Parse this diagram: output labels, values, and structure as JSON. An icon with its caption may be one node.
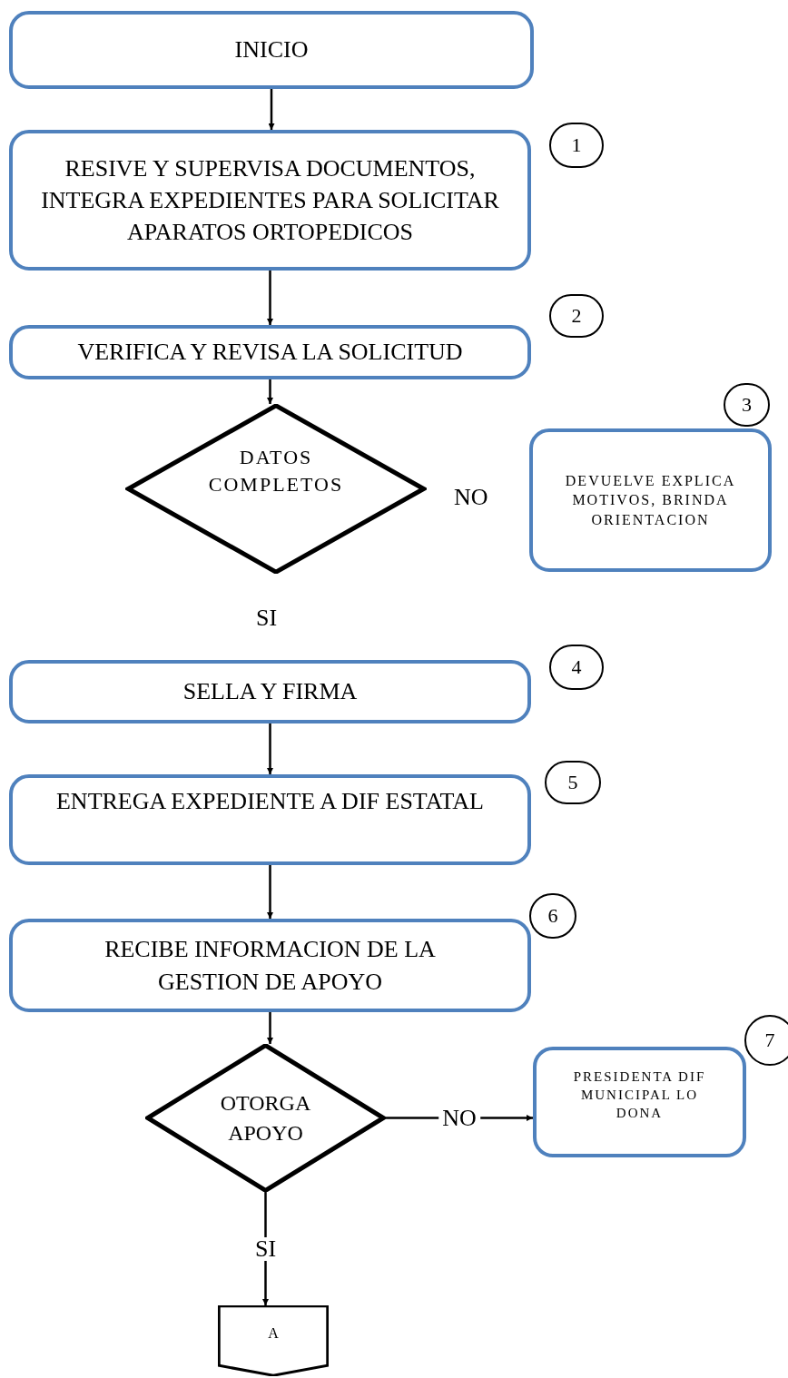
{
  "diagram": {
    "nodes": [
      {
        "text": [
          "INICIO"
        ]
      },
      {
        "text": [
          "1"
        ]
      },
      {
        "text": [
          "RESIVE Y SUPERVISA DOCUMENTOS, INTEGRA EXPEDIENTES PARA SOLICITAR APARATOS ORTOPEDICOS"
        ]
      },
      {
        "text": [
          "2"
        ]
      },
      {
        "text": [
          "VERIFICA Y REVISA LA SOLICITUD"
        ]
      },
      {
        "text": [
          "3"
        ]
      },
      {
        "text": [
          "DATOS COMPLETOS"
        ]
      },
      {
        "text": [
          "DEVUELVE EXPLICA MOTIVOS, BRINDA ORIENTACION"
        ]
      },
      {
        "text": [
          "4"
        ]
      },
      {
        "text": [
          "SELLA Y FIRMA"
        ]
      },
      {
        "text": [
          "5"
        ]
      },
      {
        "text": [
          "ENTREGA EXPEDIENTE A DIF ESTATAL"
        ]
      },
      {
        "text": [
          "6"
        ]
      },
      {
        "text": [
          "RECIBE INFORMACION DE LA GESTION DE APOYO"
        ]
      },
      {
        "text": [
          "7"
        ]
      },
      {
        "text": [
          "OTORGA APOYO"
        ]
      },
      {
        "text": [
          "PRESIDENTA DIF MUNICIPAL LO DONA"
        ]
      },
      {
        "text": [
          "A"
        ]
      }
    ],
    "edges": [
      {
        "from": 0,
        "to": 2,
        "arrow": "to"
      },
      {
        "from": 2,
        "to": 4,
        "arrow": "to"
      },
      {
        "from": 4,
        "to": 6,
        "arrow": "to"
      },
      {
        "from": 9,
        "to": 11,
        "arrow": "to"
      },
      {
        "from": 11,
        "to": 13,
        "arrow": "to"
      },
      {
        "from": 13,
        "to": 15,
        "arrow": "to"
      },
      {
        "from": 15,
        "to": 16,
        "arrow": "to",
        "label": "NO"
      },
      {
        "from": 15,
        "to": 17,
        "arrow": "to",
        "label": "SI"
      }
    ],
    "labels": [
      "NO",
      "SI"
    ]
  }
}
